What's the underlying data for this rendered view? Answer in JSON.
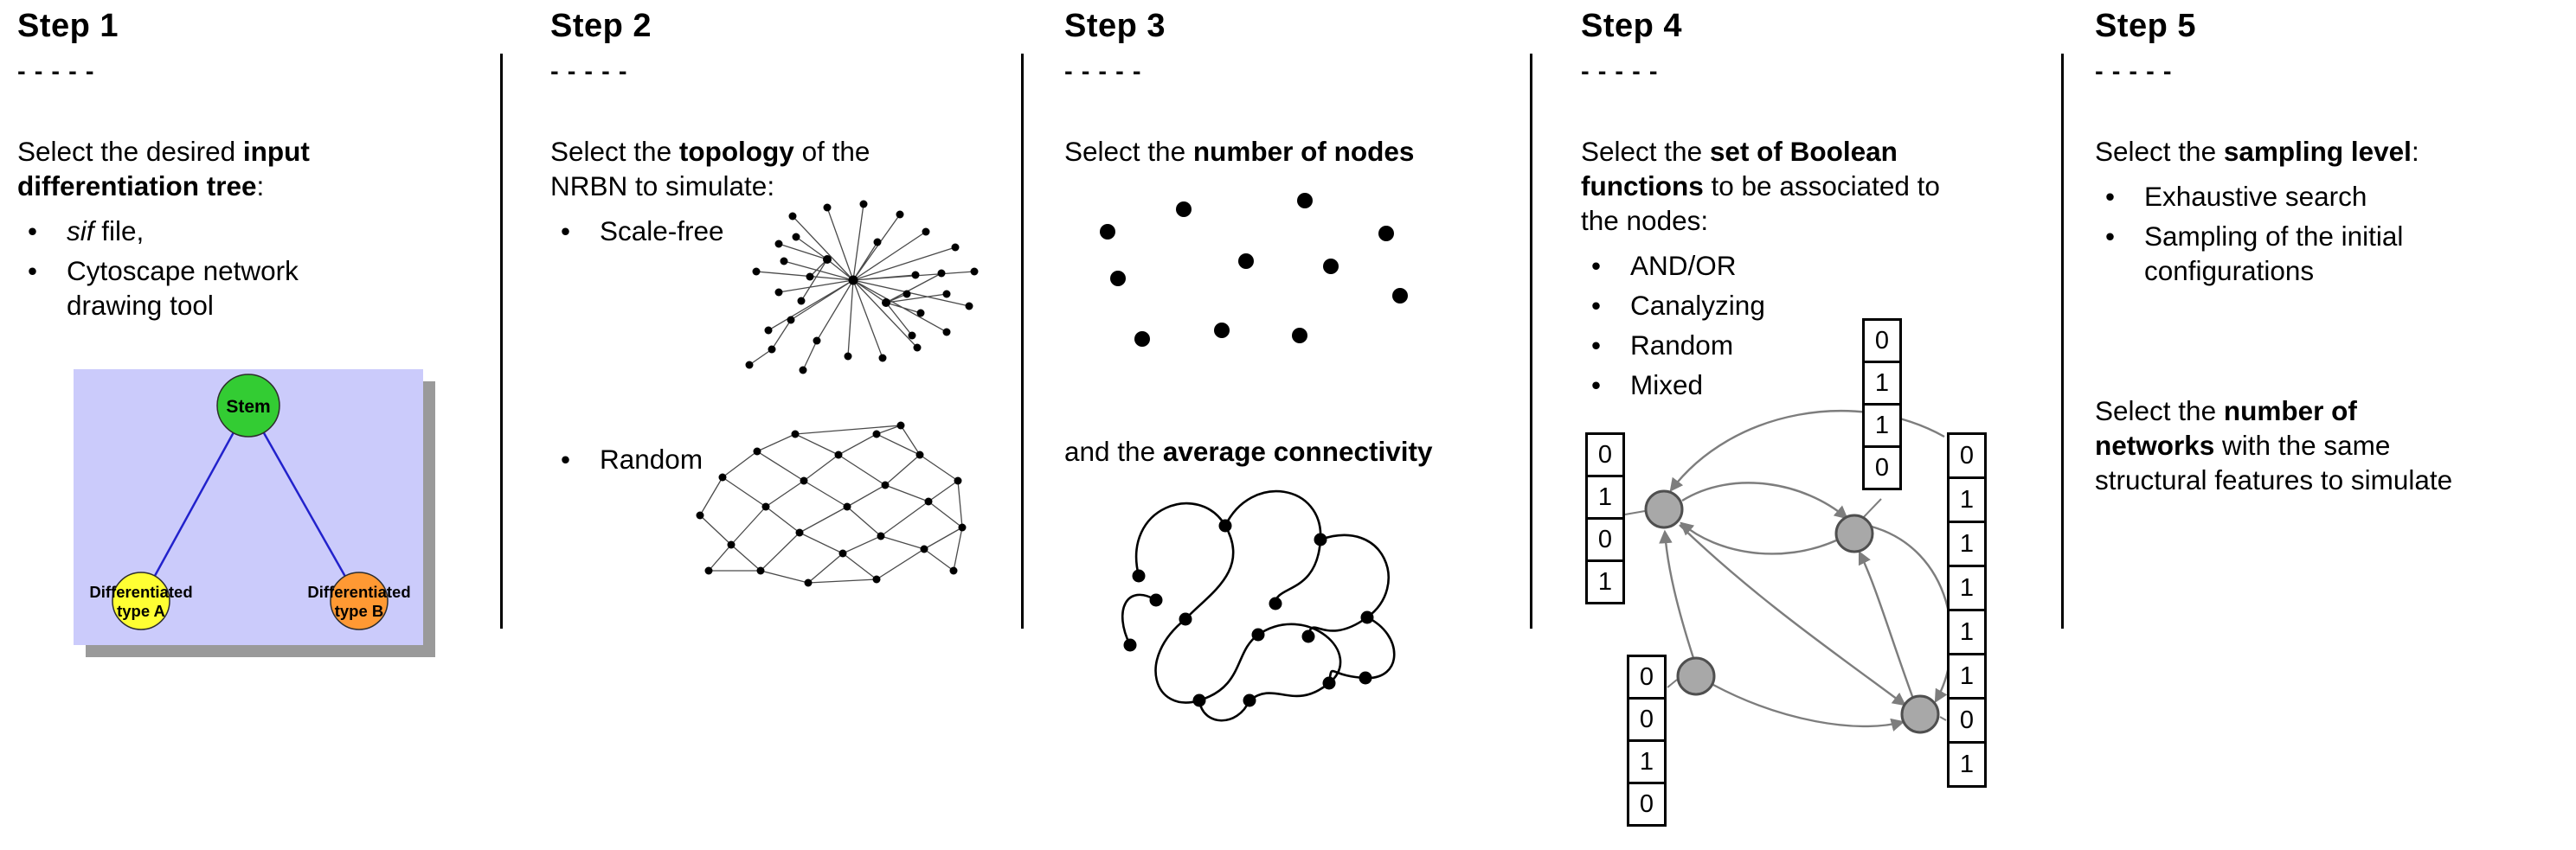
{
  "dashes": "- - - - -",
  "colors": {
    "tree_background": "#cbcbfb",
    "tree_shadow": "#9a9a9a",
    "stem_node": "#33cc33",
    "type_a_node": "#ffff33",
    "type_b_node": "#ff9933",
    "tree_edge": "#2222cc",
    "network_node_gray": "#a8a8a8"
  },
  "step1": {
    "title": "Step 1",
    "intro": {
      "pre": "Select the desired ",
      "bold": "input differentiation tree",
      "post": ":"
    },
    "bullet1": {
      "italic": "sif",
      "rest": " file,"
    },
    "bullet2": "Cytoscape network drawing tool",
    "tree": {
      "root_label": "Stem",
      "left_label_line1": "Differentiated",
      "left_label_line2": "type A",
      "right_label_line1": "Differentiated",
      "right_label_line2": "type B"
    }
  },
  "step2": {
    "title": "Step 2",
    "intro": {
      "pre": "Select the ",
      "bold": "topology",
      "post": " of the NRBN to simulate:"
    },
    "bullet1": "Scale-free",
    "bullet2": "Random"
  },
  "step3": {
    "title": "Step 3",
    "intro": {
      "pre": "Select the ",
      "bold": "number of nodes"
    },
    "second": {
      "pre": "and the ",
      "bold": "average connectivity"
    }
  },
  "step4": {
    "title": "Step 4",
    "intro": {
      "pre": "Select the ",
      "bold": "set of Boolean functions",
      "post": " to be associated to the nodes:"
    },
    "bullets": [
      "AND/OR",
      "Canalyzing",
      "Random",
      "Mixed"
    ],
    "truth_tables": {
      "left": [
        "0",
        "1",
        "0",
        "1"
      ],
      "top": [
        "0",
        "1",
        "1",
        "0"
      ],
      "bottom_left": [
        "0",
        "0",
        "1",
        "0"
      ],
      "right": [
        "0",
        "1",
        "1",
        "1",
        "1",
        "1",
        "0",
        "1"
      ]
    }
  },
  "step5": {
    "title": "Step 5",
    "intro": {
      "pre": "Select the ",
      "bold": "sampling level",
      "post": ":"
    },
    "bullet1": "Exhaustive search",
    "bullet2": "Sampling of the initial configurations",
    "second": {
      "pre": "Select the ",
      "bold": "number of networks",
      "post": " with the same structural features to simulate"
    }
  }
}
